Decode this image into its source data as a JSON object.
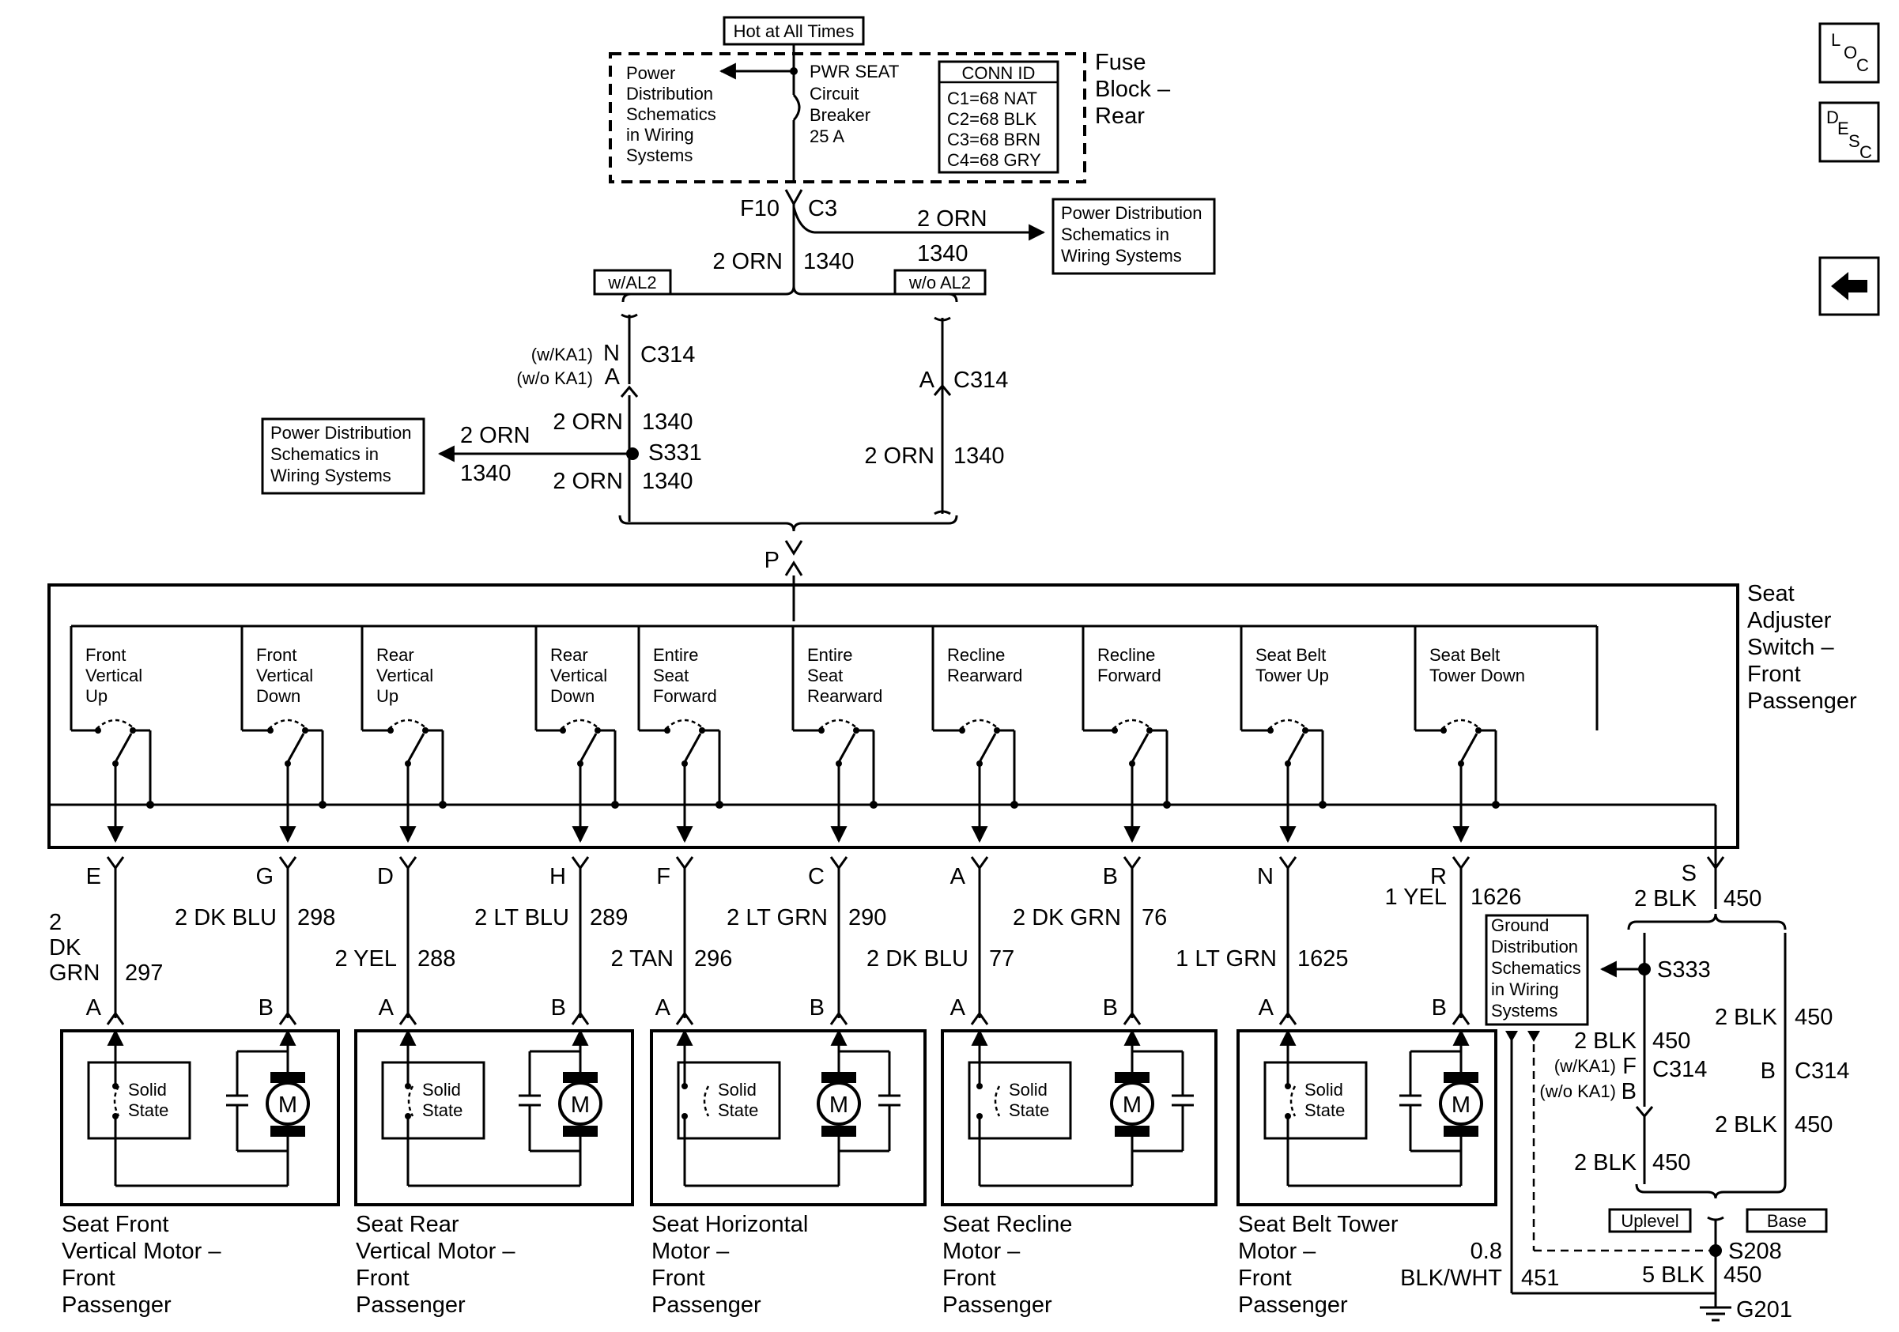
{
  "top": {
    "hot_label": "Hot at All Times",
    "fuse_block_l1": "Fuse",
    "fuse_block_l2": "Block –",
    "fuse_block_l3": "Rear",
    "pds_l1": "Power",
    "pds_l2": "Distribution",
    "pds_l3": "Schematics",
    "pds_l4": "in Wiring",
    "pds_l5": "Systems",
    "breaker_l1": "PWR SEAT",
    "breaker_l2": "Circuit",
    "breaker_l3": "Breaker",
    "breaker_l4": "25 A",
    "conn_title": "CONN ID",
    "conn_c1": "C1=68 NAT",
    "conn_c2": "C2=68 BLK",
    "conn_c3": "C3=68 BRN",
    "conn_c4": "C4=68 GRY",
    "f10": "F10",
    "c3": "C3",
    "wire_top": "2 ORN",
    "circuit_top": "1340",
    "wire_right": "2 ORN",
    "circuit_right": "1340",
    "pds_right_l1": "Power Distribution",
    "pds_right_l2": "Schematics in",
    "pds_right_l3": "Wiring Systems"
  },
  "branches": {
    "with_al2": "w/AL2",
    "without_al2": "w/o AL2",
    "wka1": "(w/KA1)",
    "woka1": "(w/o KA1)",
    "pin_n": "N",
    "pin_a": "A",
    "c314": "C314",
    "pin_a_right": "A",
    "c314_right": "C314",
    "wire_upper": "2 ORN",
    "circuit_upper": "1340",
    "s331": "S331",
    "wire_lower": "2 ORN",
    "circuit_lower": "1340",
    "wire_left": "2 ORN",
    "circuit_left": "1340",
    "pds_left_l1": "Power Distribution",
    "pds_left_l2": "Schematics in",
    "pds_left_l3": "Wiring Systems",
    "wire_right": "2 ORN",
    "circuit_right": "1340",
    "pin_p": "P"
  },
  "switch_block": {
    "title_l1": "Seat",
    "title_l2": "Adjuster",
    "title_l3": "Switch –",
    "title_l4": "Front",
    "title_l5": "Passenger",
    "switches": [
      {
        "l1": "Front",
        "l2": "Vertical",
        "l3": "Up"
      },
      {
        "l1": "Front",
        "l2": "Vertical",
        "l3": "Down"
      },
      {
        "l1": "Rear",
        "l2": "Vertical",
        "l3": "Up"
      },
      {
        "l1": "Rear",
        "l2": "Vertical",
        "l3": "Down"
      },
      {
        "l1": "Entire",
        "l2": "Seat",
        "l3": "Forward"
      },
      {
        "l1": "Entire",
        "l2": "Seat",
        "l3": "Rearward"
      },
      {
        "l1": "Recline",
        "l2": "Rearward",
        "l3": ""
      },
      {
        "l1": "Recline",
        "l2": "Forward",
        "l3": ""
      },
      {
        "l1": "Seat Belt",
        "l2": "Tower Up",
        "l3": ""
      },
      {
        "l1": "Seat Belt",
        "l2": "Tower Down",
        "l3": ""
      }
    ]
  },
  "wires": [
    {
      "pin": "E",
      "color_l1": "2",
      "color_l2": "DK",
      "color_l3": "GRN",
      "circuit": "297",
      "end_pin": "A"
    },
    {
      "pin": "G",
      "color": "2 DK BLU",
      "circuit": "298",
      "end_pin": "B"
    },
    {
      "pin": "D",
      "color": "2 YEL",
      "circuit": "288",
      "end_pin": "A"
    },
    {
      "pin": "H",
      "color": "2 LT BLU",
      "circuit": "289",
      "end_pin": "B"
    },
    {
      "pin": "F",
      "color": "2 TAN",
      "circuit": "296",
      "end_pin": "A"
    },
    {
      "pin": "C",
      "color": "2 LT GRN",
      "circuit": "290",
      "end_pin": "B"
    },
    {
      "pin": "A",
      "color": "2 DK BLU",
      "circuit": "77",
      "end_pin": "A"
    },
    {
      "pin": "B",
      "color": "2 DK GRN",
      "circuit": "76",
      "end_pin": "B"
    },
    {
      "pin": "N",
      "color": "1 LT GRN",
      "circuit": "1625",
      "end_pin": "A"
    },
    {
      "pin": "R",
      "color": "1 YEL",
      "circuit": "1626",
      "end_pin": "B"
    }
  ],
  "motors": {
    "solid_l1": "Solid",
    "solid_l2": "State",
    "m": "M",
    "list": [
      {
        "l1": "Seat Front",
        "l2": "Vertical Motor –",
        "l3": "Front",
        "l4": "Passenger"
      },
      {
        "l1": "Seat Rear",
        "l2": "Vertical Motor –",
        "l3": "Front",
        "l4": "Passenger"
      },
      {
        "l1": "Seat Horizontal",
        "l2": "Motor –",
        "l3": "Front",
        "l4": "Passenger"
      },
      {
        "l1": "Seat Recline",
        "l2": "Motor –",
        "l3": "Front",
        "l4": "Passenger"
      },
      {
        "l1": "Seat Belt Tower",
        "l2": "Motor –",
        "l3": "Front",
        "l4": "Passenger"
      }
    ]
  },
  "ground": {
    "pin_s": "S",
    "wire_s": "2 BLK",
    "circuit_s": "450",
    "gds_l1": "Ground",
    "gds_l2": "Distribution",
    "gds_l3": "Schematics",
    "gds_l4": "in Wiring",
    "gds_l5": "Systems",
    "s333": "S333",
    "wire_a": "2 BLK",
    "circuit_a": "450",
    "wka1": "(w/KA1)",
    "pin_f": "F",
    "c314_left": "C314",
    "woka1": "(w/o KA1)",
    "pin_b_left": "B",
    "wire_b": "2 BLK",
    "circuit_b": "450",
    "wire_c": "2 BLK",
    "circuit_c": "450",
    "pin_b_right": "B",
    "c314_right": "C314",
    "wire_d": "2 BLK",
    "circuit_d": "450",
    "uplevel": "Uplevel",
    "base": "Base",
    "s208": "S208",
    "wire_e": "5 BLK",
    "circuit_e": "450",
    "wire_f_l1": "0.8",
    "wire_f_l2": "BLK/WHT",
    "circuit_f": "451",
    "g201": "G201"
  },
  "nav": {
    "loc_l": "L",
    "loc_o": "O",
    "loc_c": "C",
    "desc_d": "D",
    "desc_e": "E",
    "desc_s": "S",
    "desc_c": "C"
  }
}
